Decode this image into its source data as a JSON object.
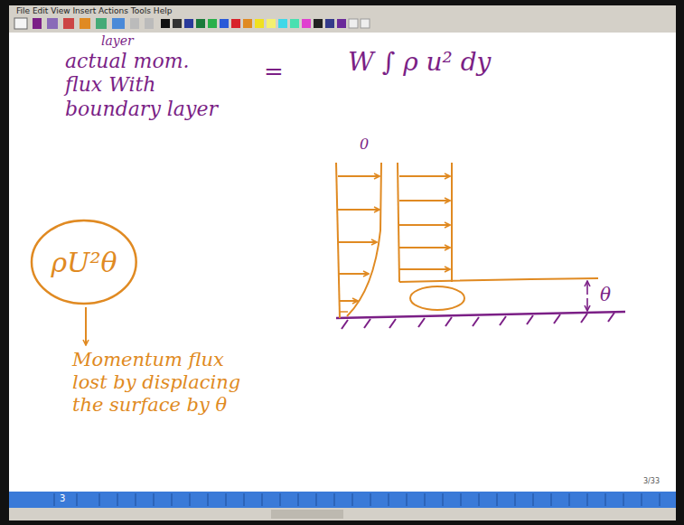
{
  "diagram": {
    "nodes": [
      {
        "text": [
          "ρU²θ"
        ]
      }
    ],
    "labels": [
      "File Edit View Insert Actions Tools Help",
      "layer",
      "actual mom. flux With boundary layer",
      "=",
      "W ∫ ρ u² dy",
      "0",
      "θ",
      "Momentum flux lost by displacing the surface by θ",
      "3/33",
      "3"
    ]
  }
}
